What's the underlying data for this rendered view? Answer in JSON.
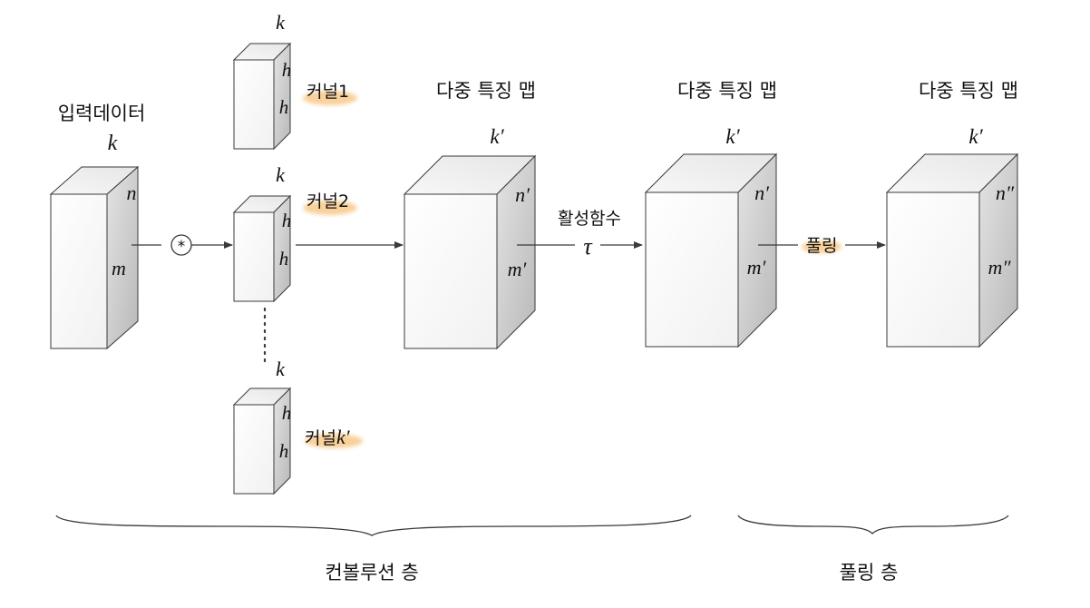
{
  "input_block": {
    "title": "입력데이터",
    "depth": "k",
    "width": "n",
    "height": "m"
  },
  "conv_operator": "*",
  "kernels": [
    {
      "label": "커널1",
      "depth": "k",
      "width": "h",
      "height": "h"
    },
    {
      "label": "커널2",
      "depth": "k",
      "width": "h",
      "height": "h"
    },
    {
      "label_prefix": "커널",
      "label_var": "k′",
      "depth": "k",
      "width": "h",
      "height": "h"
    }
  ],
  "feature_maps": [
    {
      "title": "다중 특징 맵",
      "depth": "k′",
      "width": "n′",
      "height": "m′"
    },
    {
      "title": "다중 특징 맵",
      "depth": "k′",
      "width": "n′",
      "height": "m′"
    },
    {
      "title": "다중 특징 맵",
      "depth": "k′",
      "width": "n″",
      "height": "m″"
    }
  ],
  "activation": {
    "label": "활성함수",
    "symbol": "τ"
  },
  "pooling": {
    "label": "풀링"
  },
  "layers": {
    "convolution": "컨볼루션 층",
    "pooling": "풀링 층"
  },
  "colors": {
    "highlight": "#f7c98a",
    "cube_front": "#fbfbfb",
    "cube_top": "#ececec",
    "cube_side": "#c9c9c9",
    "stroke": "#3a3a3a"
  }
}
